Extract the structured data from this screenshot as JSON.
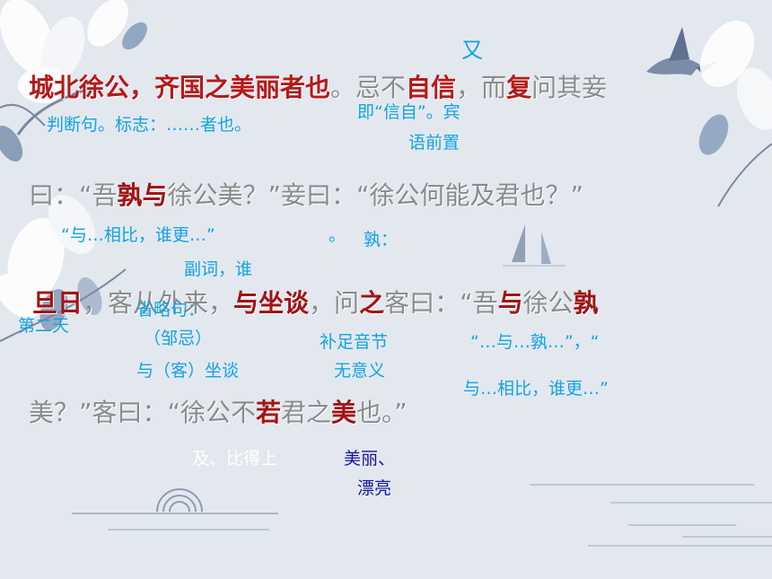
{
  "colors": {
    "background": "#e3e8ef",
    "main_text": "#8a8a8a",
    "highlight": "#b51a1a",
    "annotation": "#12a4e0",
    "navy": "#14149a"
  },
  "decor": {
    "left_top": "magnolia-flower-icon",
    "left_bottom": "magnolia-flower-icon",
    "bird": "bird-icon",
    "boats": "sailboat-icon",
    "arcs": "semicircle-arcs-icon"
  },
  "line1": {
    "p1": "城北徐公，齐国之美丽者也",
    "p2": "。忌不",
    "p3": "自信",
    "p4": "，而",
    "p5": "复",
    "p6": "问其妾"
  },
  "line2": {
    "p1": "曰：“吾",
    "p2": "孰与",
    "p3": "徐公美？”妾曰：“徐公何能及君也？”"
  },
  "line3": {
    "p1": "旦日",
    "p2": "，客从外来，",
    "p3": "与坐谈",
    "p4": "，问",
    "p5": "之",
    "p6": "客曰：“吾",
    "p7": "与",
    "p8": "徐公",
    "p9": "孰"
  },
  "line4": {
    "p1": "美？”客曰：“徐公不",
    "p2": "若",
    "p3": "君之",
    "p4": "美",
    "p5": "也。”"
  },
  "annotations": {
    "you": "又",
    "panduan": "判断句。标志：……者也。",
    "ji_xinzi": "即“信自”。宾",
    "yuqian": "语前置",
    "yu_bi": "“与…相比，谁更…”",
    "dot": "。",
    "shu": "孰：",
    "fuci": "副词，谁",
    "dier": "第二天",
    "shenglue": "省略句：",
    "zouji": "（邹忌）",
    "yu_ke": "与（客）坐谈",
    "buzu": "补足音节",
    "wuyi": "无意义",
    "yu_shu": "“…与…孰…”，“",
    "yu_xiangbi": "与…相比，谁更…”",
    "ji_bi": "及、比得上",
    "meili": "美丽、",
    "piaoliang": "漂亮"
  }
}
